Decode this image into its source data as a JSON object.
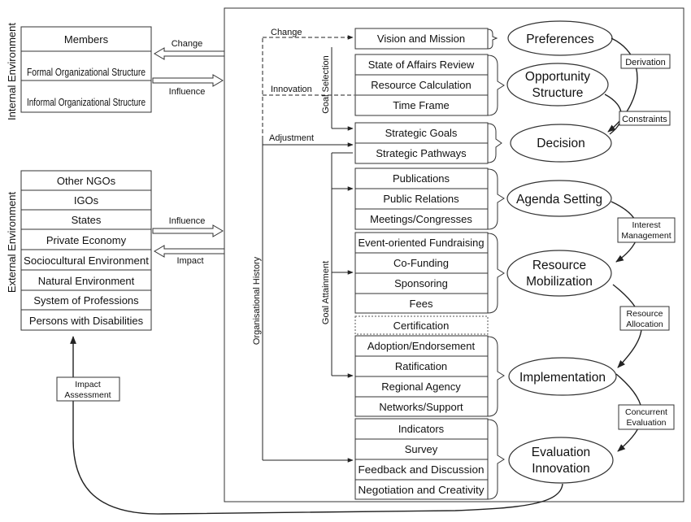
{
  "internal_environment": {
    "label": "Internal  Environment",
    "items": [
      "Members",
      "Formal Organizational Structure",
      "Informal Organizational Structure"
    ]
  },
  "external_environment": {
    "label": "External  Environment",
    "items": [
      "Other NGOs",
      "IGOs",
      "States",
      "Private Economy",
      "Sociocultural Environment",
      "Natural Environment",
      "System of Professions",
      "Persons with Disabilities"
    ]
  },
  "arrows": {
    "change": "Change",
    "influence_internal": "Influence",
    "influence_external": "Influence",
    "impact": "Impact",
    "change_top": "Change",
    "innovation": "Innovation",
    "adjustment": "Adjustment",
    "impact_assessment": "Impact Assessment"
  },
  "side_labels": {
    "organisational_history": "Organisational History",
    "goal_selection": "Goal Selection",
    "goal_attainment": "Goal Attainment"
  },
  "groups": {
    "vision": [
      "Vision and Mission"
    ],
    "analysis": [
      "State of Affairs Review",
      "Resource Calculation",
      "Time Frame"
    ],
    "strategy": [
      "Strategic Goals",
      "Strategic Pathways"
    ],
    "agenda": [
      "Publications",
      "Public Relations",
      "Meetings/Congresses"
    ],
    "resources": [
      "Event-oriented Fundraising",
      "Co-Funding",
      "Sponsoring",
      "Fees"
    ],
    "certification": "Certification",
    "implementation": [
      "Adoption/Endorsement",
      "Ratification",
      "Regional Agency",
      "Networks/Support"
    ],
    "evaluation": [
      "Indicators",
      "Survey",
      "Feedback and Discussion",
      "Negotiation and Creativity"
    ]
  },
  "phases": {
    "preferences": "Preferences",
    "opportunity_structure": "Opportunity Structure",
    "decision": "Decision",
    "agenda_setting": "Agenda Setting",
    "resource_mobilization": "Resource Mobilization",
    "implementation": "Implementation",
    "evaluation_innovation": "Evaluation Innovation"
  },
  "transitions": {
    "derivation": "Derivation",
    "constraints": "Constraints",
    "interest_management": "Interest Management",
    "resource_allocation": "Resource Allocation",
    "concurrent_evaluation": "Concurrent Evaluation"
  }
}
